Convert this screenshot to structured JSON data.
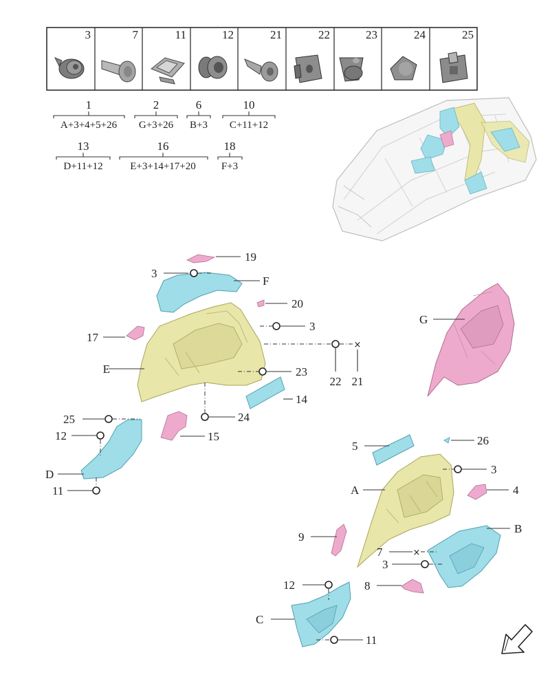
{
  "fastener_table": {
    "numbers": [
      "3",
      "7",
      "11",
      "12",
      "21",
      "22",
      "23",
      "24",
      "25"
    ],
    "icons": [
      "push-clip-icon",
      "screw-icon",
      "spring-clip-icon",
      "retainer-icon",
      "pin-clip-icon",
      "square-nut-icon",
      "rivet-nut-icon",
      "cap-nut-icon",
      "square-clip-icon"
    ]
  },
  "kits": [
    {
      "number": "1",
      "formula": "A+3+4+5+26"
    },
    {
      "number": "2",
      "formula": "G+3+26"
    },
    {
      "number": "6",
      "formula": "B+3"
    },
    {
      "number": "10",
      "formula": "C+11+12"
    },
    {
      "number": "13",
      "formula": "D+11+12"
    },
    {
      "number": "16",
      "formula": "E+3+14+17+20"
    },
    {
      "number": "18",
      "formula": "F+3"
    }
  ],
  "callouts": {
    "c19": "19",
    "c3a": "3",
    "cF": "F",
    "c20": "20",
    "c3b": "3",
    "c17": "17",
    "cE": "E",
    "c22": "22",
    "c21": "21",
    "c23": "23",
    "c14": "14",
    "c25": "25",
    "c12a": "12",
    "c15": "15",
    "c24": "24",
    "cD": "D",
    "c11a": "11",
    "cG": "G",
    "c5": "5",
    "c26": "26",
    "c3c": "3",
    "cA": "A",
    "c4": "4",
    "c9": "9",
    "cB": "B",
    "c7": "7",
    "c3d": "3",
    "c12b": "12",
    "c8": "8",
    "cC": "C",
    "c11b": "11"
  },
  "colors": {
    "yellow": "#e8e6a8",
    "cyan": "#9fdde8",
    "pink": "#eeaacc",
    "gray": "#8a8a8a",
    "outline": "#222222"
  }
}
